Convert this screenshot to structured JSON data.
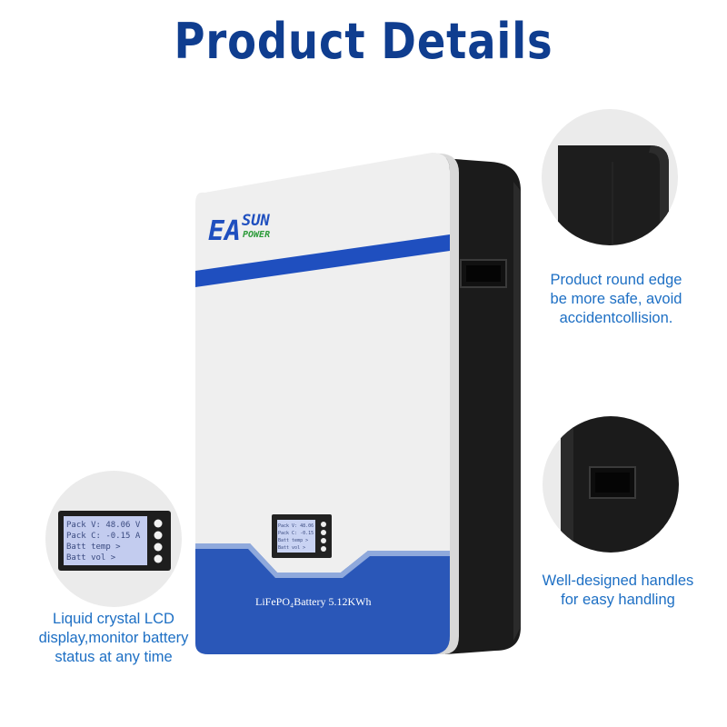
{
  "title": "Product Details",
  "product": {
    "brand_logo": "EASUN POWER",
    "label": "LiFePO₄Battery 5.12KWh",
    "lcd_lines": [
      "Pack V: 48.06 V",
      "Pack C: -0.15 A",
      "Batt temp >",
      "Batt vol >"
    ],
    "lcd_lines_small": [
      "Pack V: 48.06",
      "Pack C: -0.15",
      "Batt temp >",
      "Batt vol >"
    ]
  },
  "features": [
    {
      "icon": "round-edge-closeup",
      "caption": [
        "Product round edge",
        "be more safe, avoid",
        "accidentcollision."
      ]
    },
    {
      "icon": "handle-closeup",
      "caption": [
        "Well-designed handles",
        "for easy handling"
      ]
    },
    {
      "icon": "lcd-display-closeup",
      "caption": [
        "Liquid crystal LCD",
        "display,monitor battery",
        "status at any time"
      ]
    }
  ],
  "colors": {
    "title": "#0f3d8f",
    "caption": "#1d6fc4",
    "stripe": "#1f4fbf",
    "body_white": "#efefef",
    "body_dark": "#1c1c1c"
  }
}
